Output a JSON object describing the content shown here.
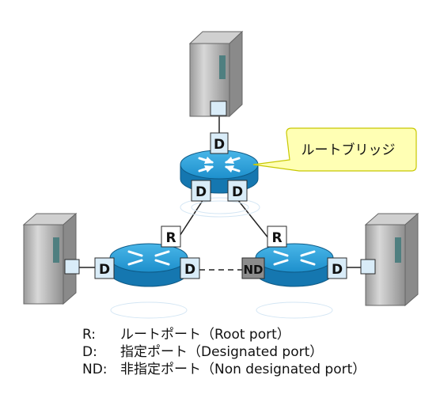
{
  "callout": {
    "text": "ルートブリッジ"
  },
  "ports": {
    "root_top": "D",
    "root_left": "D",
    "root_right": "D",
    "left_up": "R",
    "right_up": "R",
    "left_server": "D",
    "left_right": "D",
    "right_left": "ND",
    "right_right": "D"
  },
  "legend": [
    {
      "key": "R:",
      "text": "ルートポート（Root port）"
    },
    {
      "key": "D:",
      "text": "指定ポート（Designated port）"
    },
    {
      "key": "ND:",
      "text": "非指定ポート（Non designated port）"
    }
  ],
  "colors": {
    "port_fill": "#d9ecf8",
    "port_stroke": "#2b2b2b",
    "nd_fill": "#8c8c8c",
    "switch_top": "#2a9fd8",
    "switch_side": "#1577b0",
    "callout_fill": "#ffffb4",
    "callout_stroke": "#c8c800",
    "server_body": "#b4b4b4"
  }
}
